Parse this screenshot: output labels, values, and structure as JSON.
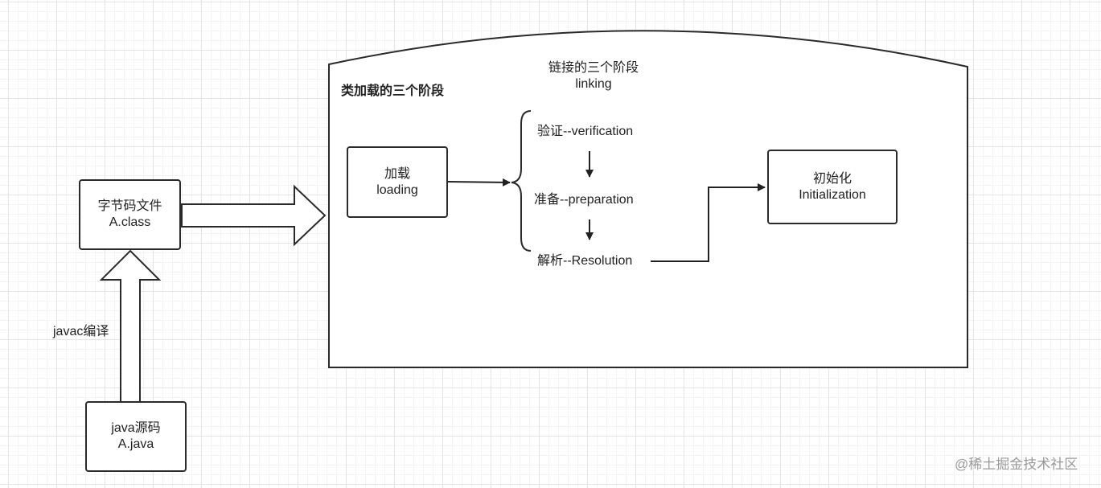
{
  "labels": {
    "jvm_title": "类加载的三个阶段",
    "linking_title": "链接的三个阶段",
    "linking_sub": "linking",
    "compile": "javac编译",
    "verification": "验证--verification",
    "preparation": "准备--preparation",
    "resolution": "解析--Resolution",
    "watermark": "@稀土掘金技术社区"
  },
  "boxes": {
    "source": {
      "line1": "java源码",
      "line2": "A.java"
    },
    "bytecode": {
      "line1": "字节码文件",
      "line2": "A.class"
    },
    "loading": {
      "line1": "加载",
      "line2": "loading"
    },
    "init": {
      "line1": "初始化",
      "line2": "Initialization"
    }
  }
}
